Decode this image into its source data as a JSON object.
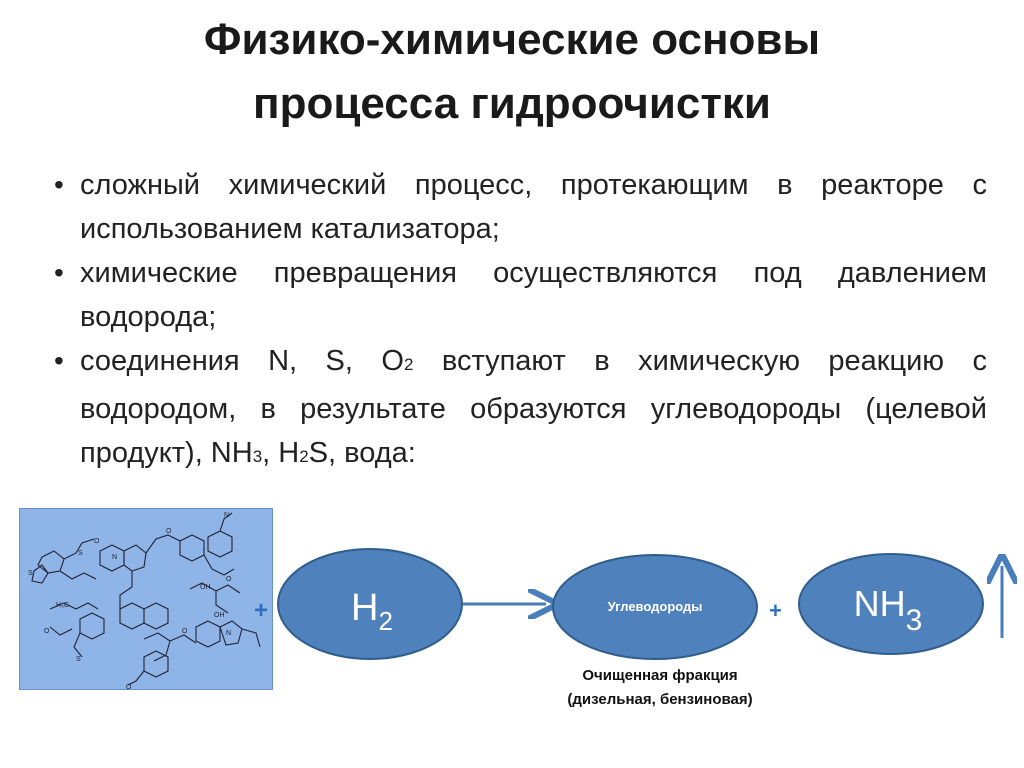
{
  "slide": {
    "title_line1": "Физико-химические основы",
    "title_line2": "процесса гидроочистки"
  },
  "bullets": {
    "b1": "сложный химический процесс, протекающим в реакторе с использованием катализатора;",
    "b2": "химические превращения осуществляются под давлением водорода;",
    "b3_part1": "соединения N, S, O",
    "b3_sub1": "2",
    "b3_part2": " вступают в химическую реакцию с водородом, в результате образуются углеводороды (целевой продукт), NH",
    "b3_sub2": "3",
    "b3_part3": ", H",
    "b3_sub3": "2",
    "b3_part4": "S, вода:"
  },
  "diagram": {
    "plus_left": "+",
    "node_h2_main": "H",
    "node_h2_sub": "2",
    "node_hydrocarbons": "Углеводороды",
    "plus_right": "+",
    "node_nh3_main": "NH",
    "node_nh3_sub": "3",
    "molecule_icon": "molecular-structure-icon",
    "colors": {
      "node_fill": "#4f81bd",
      "node_stroke": "#2f5d8c",
      "arrow": "#4a7ebb",
      "molecule_bg": "#8fb4e8"
    }
  },
  "caption": {
    "line1": "Очищенная фракция",
    "line2": "(дизельная, бензиновая)"
  }
}
